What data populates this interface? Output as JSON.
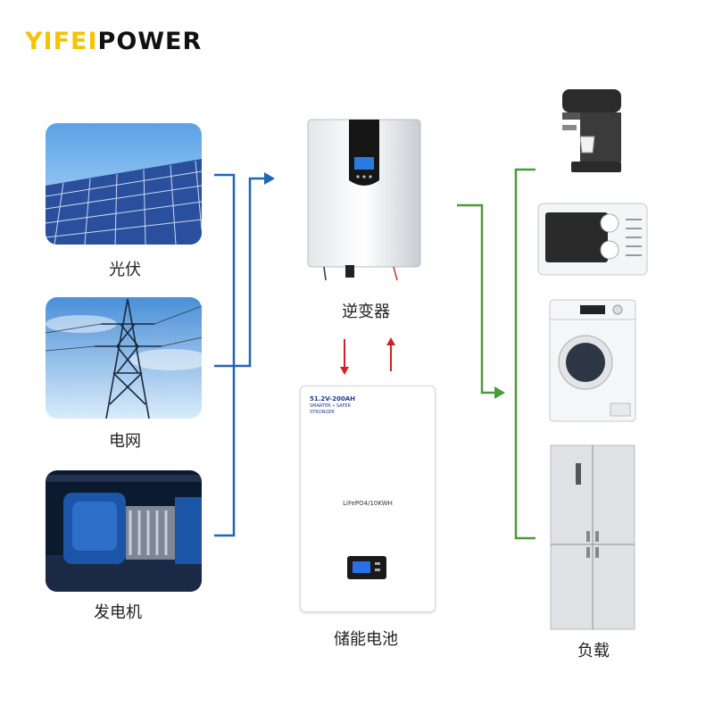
{
  "brand": {
    "part1": "YIFEI",
    "part2": "POWER"
  },
  "sources": [
    {
      "label": "光伏"
    },
    {
      "label": "电网"
    },
    {
      "label": "发电机"
    }
  ],
  "inverter": {
    "label": "逆变器"
  },
  "battery": {
    "label": "储能电池",
    "spec": "51.2V-200AH",
    "tagline": "SMARTER • SAFER",
    "tagline2": "STRONGER",
    "chem": "LiFePO4/10KWH"
  },
  "load": {
    "label": "负载"
  },
  "colors": {
    "blue_line": "#1f66b8",
    "green_line": "#4e9a3a",
    "red_arrow": "#d42020",
    "brand_yellow": "#f5c400"
  }
}
